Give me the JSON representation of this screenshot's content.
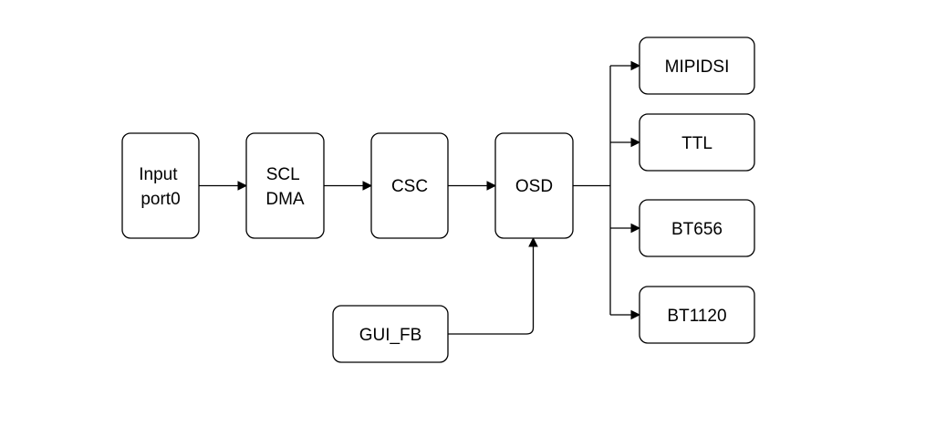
{
  "diagram": {
    "nodes": {
      "input_port0": {
        "lines": [
          "Input",
          "port0"
        ]
      },
      "scl_dma": {
        "lines": [
          "SCL",
          "DMA"
        ]
      },
      "csc": {
        "lines": [
          "CSC"
        ]
      },
      "osd": {
        "lines": [
          "OSD"
        ]
      },
      "gui_fb": {
        "lines": [
          "GUI_FB"
        ]
      },
      "mipidsi": {
        "lines": [
          "MIPIDSI"
        ]
      },
      "ttl": {
        "lines": [
          "TTL"
        ]
      },
      "bt656": {
        "lines": [
          "BT656"
        ]
      },
      "bt1120": {
        "lines": [
          "BT1120"
        ]
      }
    },
    "edges": [
      {
        "from": "input_port0",
        "to": "scl_dma"
      },
      {
        "from": "scl_dma",
        "to": "csc"
      },
      {
        "from": "csc",
        "to": "osd"
      },
      {
        "from": "gui_fb",
        "to": "osd"
      },
      {
        "from": "osd",
        "to": "mipidsi"
      },
      {
        "from": "osd",
        "to": "ttl"
      },
      {
        "from": "osd",
        "to": "bt656"
      },
      {
        "from": "osd",
        "to": "bt1120"
      }
    ]
  }
}
